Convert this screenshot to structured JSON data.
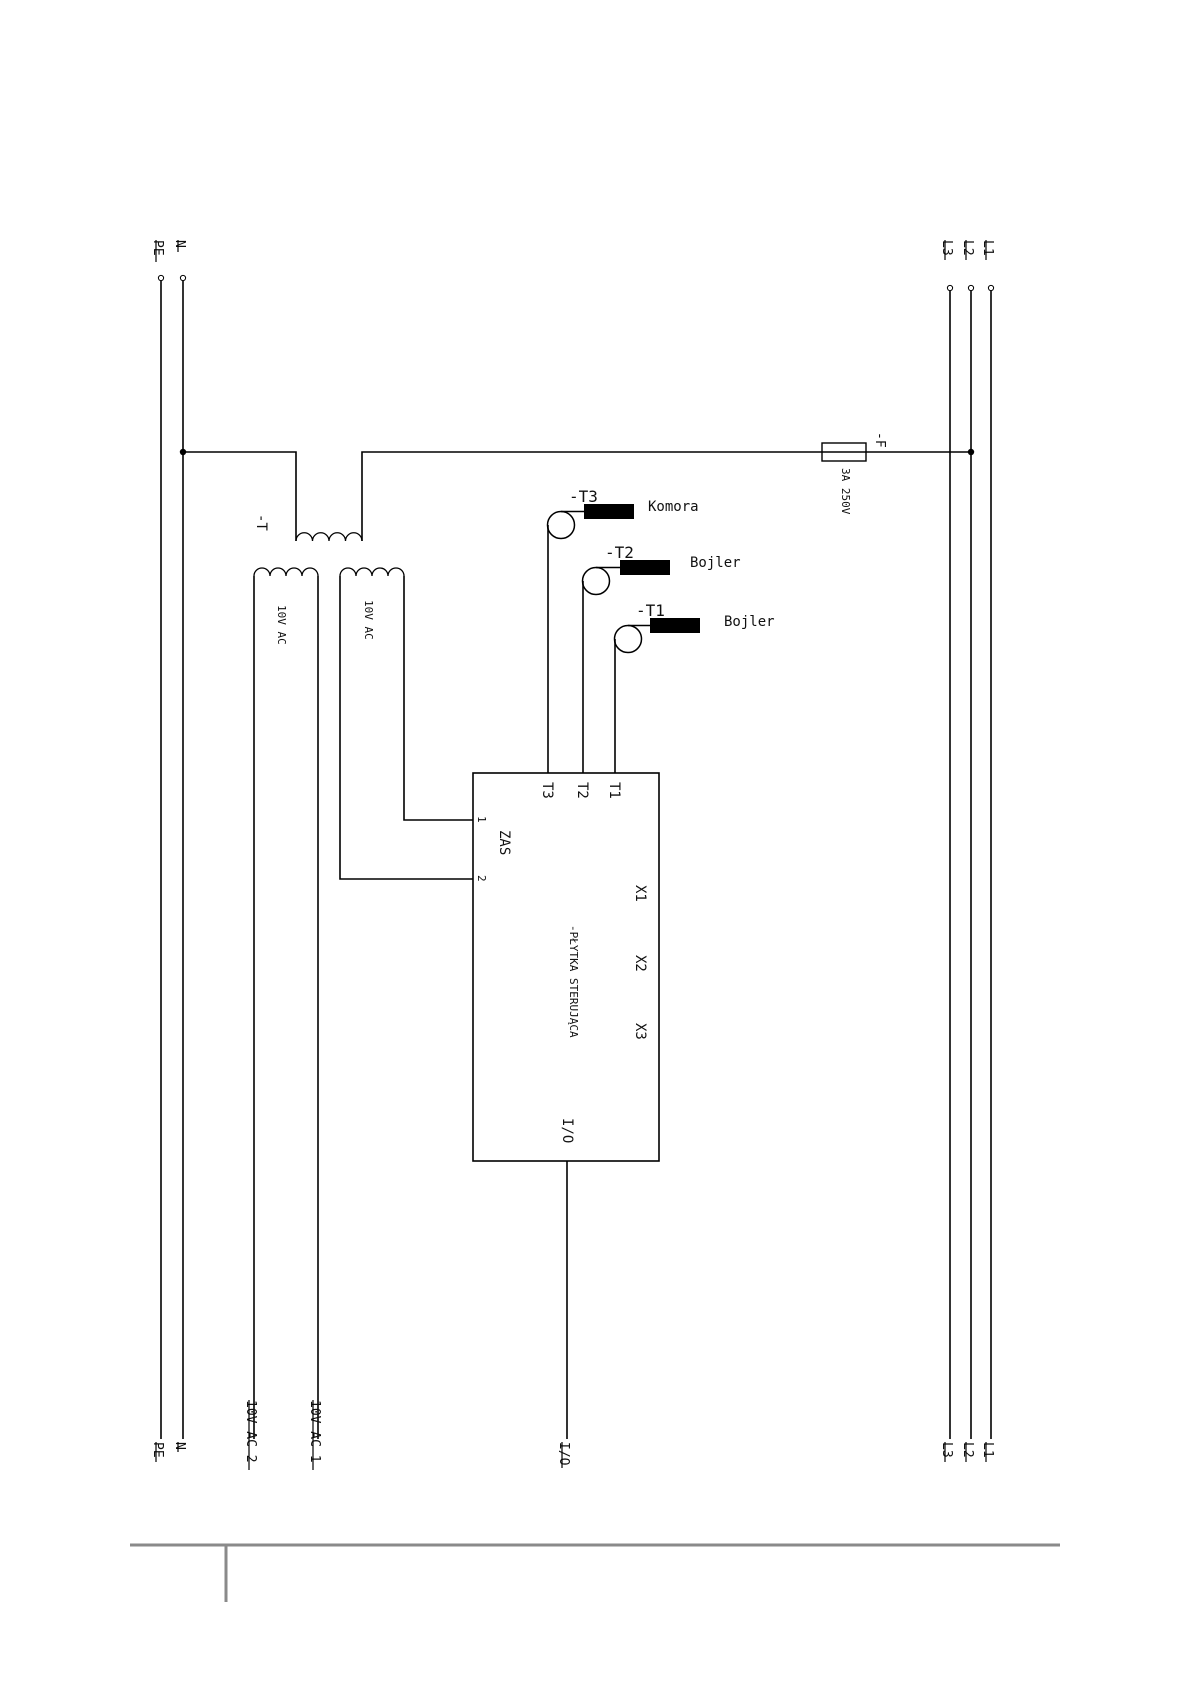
{
  "terminals_top": {
    "pe": "PE",
    "n": "N",
    "l3": "L3",
    "l2": "L2",
    "l1": "L1"
  },
  "terminals_bottom": {
    "pe": "PE",
    "n": "N",
    "ac2": "10V AC 2",
    "ac1": "10V AC 1",
    "io": "I/O",
    "l3": "L3",
    "l2": "L2",
    "l1": "L1"
  },
  "transformer": {
    "tag": "-T",
    "secondary_1": "10V AC",
    "secondary_2": "10V AC"
  },
  "fuse": {
    "tag": "-F",
    "rating": "3A 250V"
  },
  "sensors": [
    {
      "tag": "-T3",
      "name": "Komora"
    },
    {
      "tag": "-T2",
      "name": "Bojler"
    },
    {
      "tag": "-T1",
      "name": "Bojler"
    }
  ],
  "control_board": {
    "title": "-PŁYTKA STERUJĄCA",
    "pins": {
      "t3": "T3",
      "t2": "T2",
      "t1": "T1",
      "p1": "1",
      "p2": "2",
      "zas": "ZAS",
      "x1": "X1",
      "x2": "X2",
      "x3": "X3",
      "io": "I/O"
    }
  }
}
